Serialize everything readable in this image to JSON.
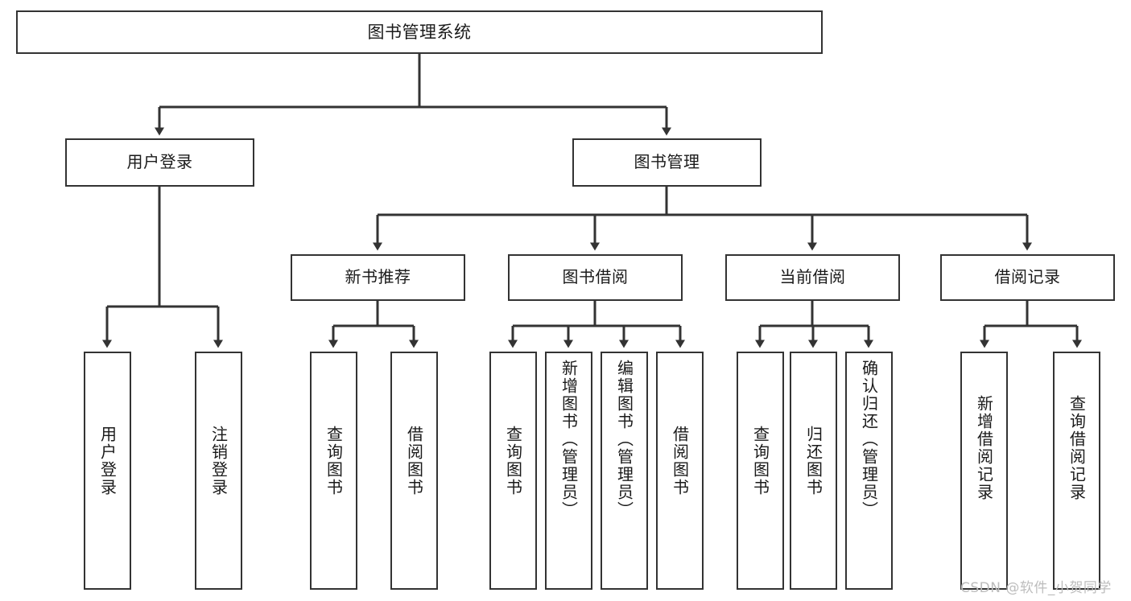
{
  "diagram": {
    "title": "图书管理系统",
    "type": "tree-hierarchy-functional-structure",
    "watermark": "CSDN @软件_小贺同学",
    "colors": {
      "box_border": "#333333",
      "box_fill": "#ffffff",
      "edge": "#333333",
      "text": "#1a1a1a",
      "watermark": "#bdbdbd",
      "background": "#ffffff"
    },
    "nodes": {
      "root": {
        "label": "图书管理系统"
      },
      "level2": [
        {
          "id": "user-login",
          "label": "用户登录"
        },
        {
          "id": "book-management",
          "label": "图书管理"
        }
      ],
      "level3": [
        {
          "id": "new-book-recommend",
          "label": "新书推荐"
        },
        {
          "id": "book-borrow",
          "label": "图书借阅"
        },
        {
          "id": "current-borrow",
          "label": "当前借阅"
        },
        {
          "id": "borrow-record",
          "label": "借阅记录"
        }
      ],
      "leaves": {
        "user_login": [
          {
            "id": "leaf-user-login",
            "label": "用户登录"
          },
          {
            "id": "leaf-logout",
            "label": "注销登录"
          }
        ],
        "new_book_recommend": [
          {
            "id": "leaf-query-book-1",
            "label": "查询图书"
          },
          {
            "id": "leaf-borrow-book-1",
            "label": "借阅图书"
          }
        ],
        "book_borrow": [
          {
            "id": "leaf-query-book-2",
            "label": "查询图书"
          },
          {
            "id": "leaf-add-book",
            "label": "新增图书（管理员）"
          },
          {
            "id": "leaf-edit-book",
            "label": "编辑图书（管理员）"
          },
          {
            "id": "leaf-borrow-book-2",
            "label": "借阅图书"
          }
        ],
        "current_borrow": [
          {
            "id": "leaf-query-book-3",
            "label": "查询图书"
          },
          {
            "id": "leaf-return-book",
            "label": "归还图书"
          },
          {
            "id": "leaf-confirm-return",
            "label": "确认归还（管理员）"
          }
        ],
        "borrow_record": [
          {
            "id": "leaf-add-record",
            "label": "新增借阅记录"
          },
          {
            "id": "leaf-query-record",
            "label": "查询借阅记录"
          }
        ]
      }
    }
  }
}
